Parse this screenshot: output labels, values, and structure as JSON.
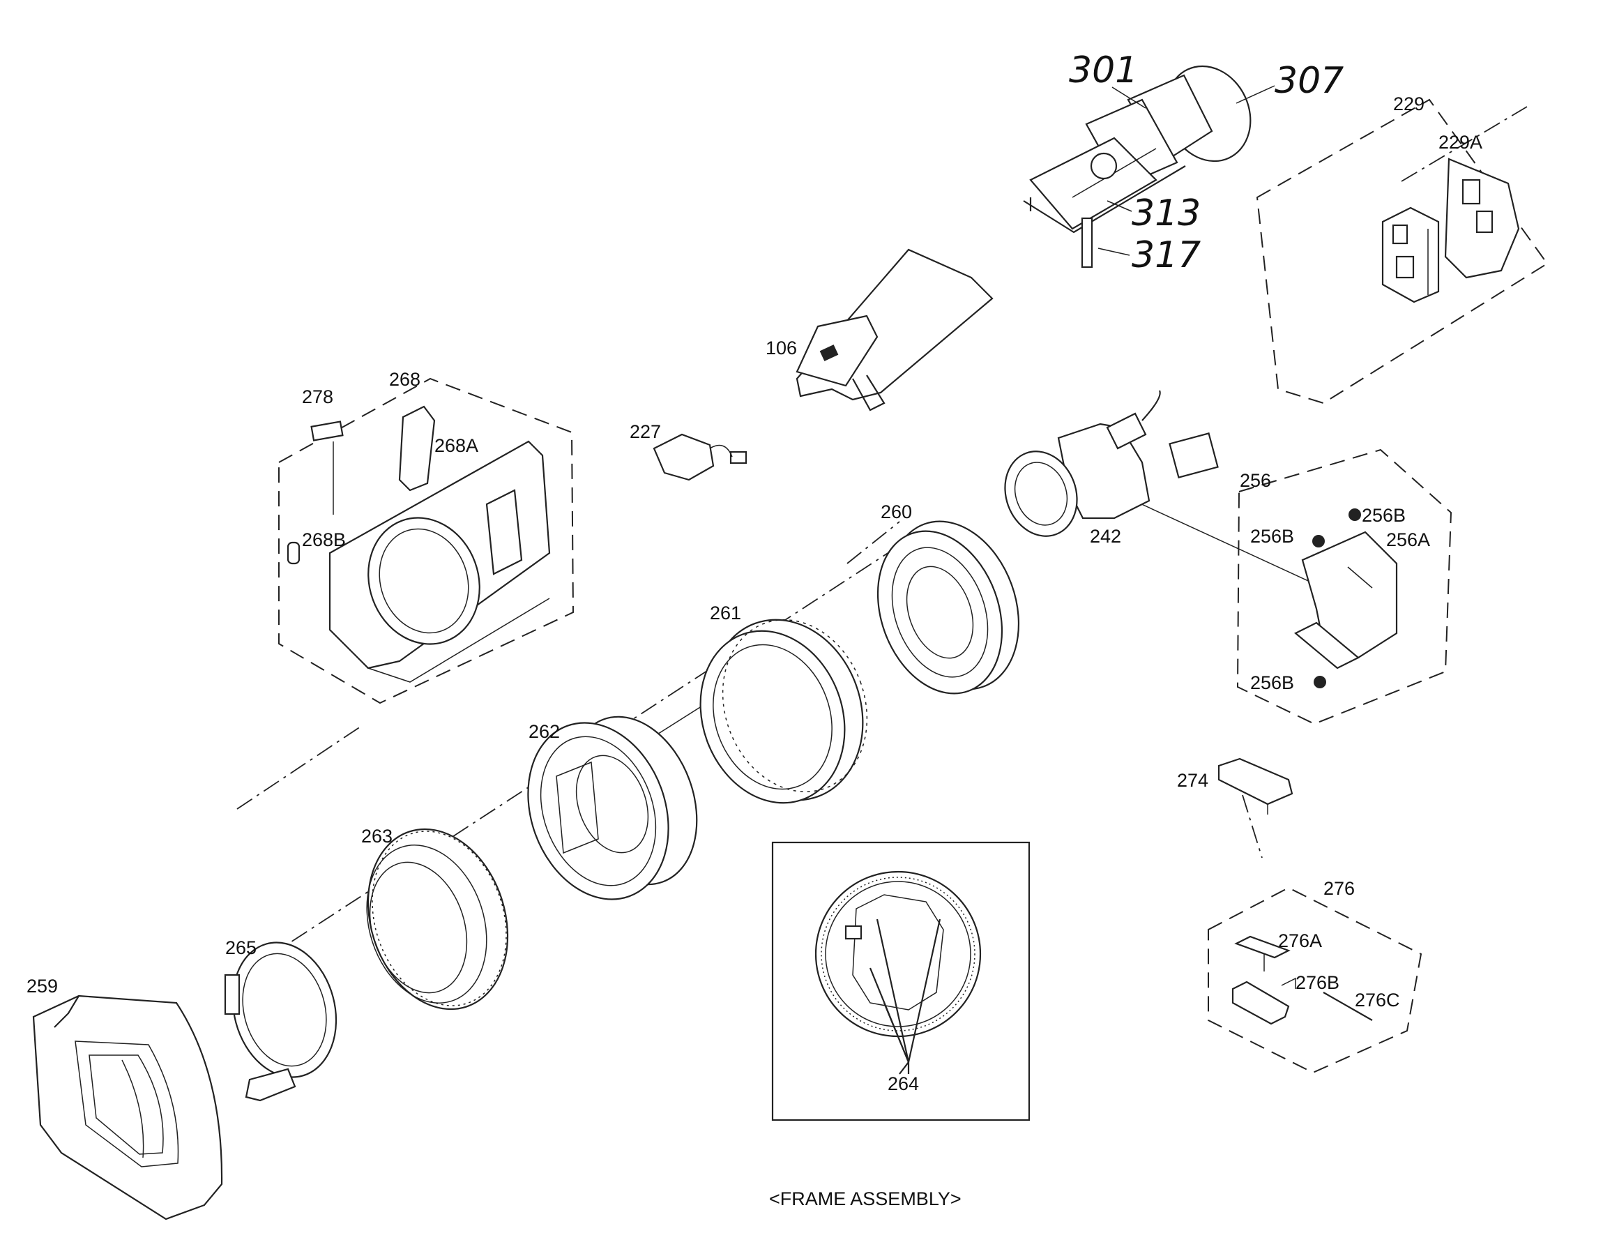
{
  "caption": "<FRAME ASSEMBLY>",
  "labels": {
    "p301": "301",
    "p307": "307",
    "p313": "313",
    "p317": "317",
    "p229": "229",
    "p229A": "229A",
    "p106": "106",
    "p278": "278",
    "p268": "268",
    "p268A": "268A",
    "p268B": "268B",
    "p227": "227",
    "p242": "242",
    "p260": "260",
    "p261": "261",
    "p262": "262",
    "p263": "263",
    "p264": "264",
    "p265": "265",
    "p259": "259",
    "p256": "256",
    "p256A": "256A",
    "p256B_1": "256B",
    "p256B_2": "256B",
    "p256B_3": "256B",
    "p274": "274",
    "p276": "276",
    "p276A": "276A",
    "p276B": "276B",
    "p276C": "276C"
  }
}
